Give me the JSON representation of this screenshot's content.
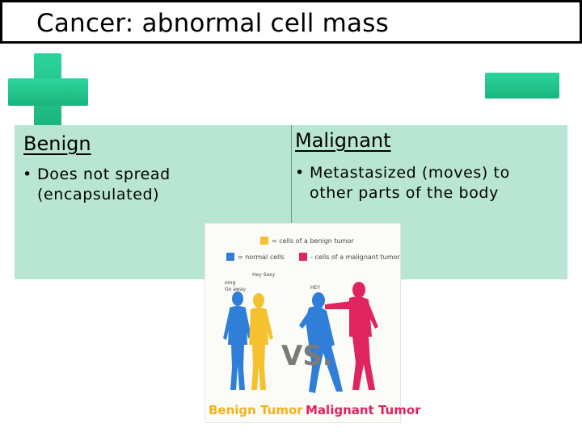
{
  "slide": {
    "title": "Cancer: abnormal cell mass"
  },
  "colors": {
    "accent_green": "#1fc48a",
    "panel_mint": "#b9e6d3",
    "benign_yellow": "#f5c12e",
    "normal_blue": "#2f7fd8",
    "malignant_pink": "#e0245e"
  },
  "icons": {
    "plus": "plus-icon",
    "minus": "minus-icon"
  },
  "benign": {
    "heading": "Benign",
    "bullet": "•",
    "point": "Does not spread\n(encapsulated)"
  },
  "malignant": {
    "heading": "Malignant",
    "bullet": "•",
    "point": "Metastasized (moves) to\nother parts of the body"
  },
  "figure": {
    "legend_benign": "= cells of a benign tumor",
    "legend_normal": "= normal cells",
    "legend_malignant": "- cells of a malignant tumor",
    "note_left_1": "Hey Sexy",
    "note_left_2": "omg",
    "note_left_3": "Go away",
    "note_right": "HEY",
    "vs": "VS.",
    "caption_benign": "Benign Tumor",
    "caption_malignant": "Malignant Tumor"
  }
}
